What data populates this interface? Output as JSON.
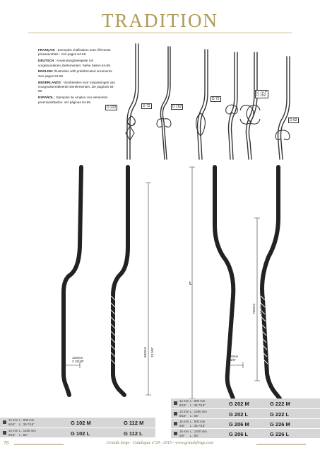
{
  "title": "TRADITION",
  "intro": [
    {
      "lang": "FRANÇAIS",
      "text": " : Exemples d'utilisation avec éléments préassemblés : Voir pages 64-69."
    },
    {
      "lang": "DEUTSCH",
      "text": " : Anwendungsbeispiele mit vorgebundenen Zierlementen: Siehe Seiten 64-69."
    },
    {
      "lang": "ENGLISH",
      "text": ": Illustration with prefabricated ornaments. See pages 64-69."
    },
    {
      "lang": "NEDERLANDS",
      "text": " : Voorbeelden voor toepassingen van voorgeassembleerde sierelementen. Zie pagina's 64-69."
    },
    {
      "lang": "ESPAÑOL",
      "text": " : Ejemplos de empleo con elementos preensamblados. Ver páginas 64-69."
    }
  ],
  "tags": {
    "t1": "D 222",
    "t2": "D 72",
    "t3": "D 162",
    "t4": "D 72",
    "t5a": "D 72 #",
    "t5b": "D 152",
    "t6": "D 62"
  },
  "measures": {
    "w100": "100mm",
    "w100_in": "3 15/16\"",
    "h600": "600mm",
    "h600_in": "23 5/8\"",
    "L": "L",
    "h750": "750mm",
    "h750_in": "29 1/2\"",
    "w130": "130mm",
    "w130_in": "5 1/8\""
  },
  "table_left": {
    "rows": [
      {
        "size": "14 mm",
        "size_in": "9/16\"",
        "len": "L : 900 mm",
        "len_in": "L : 35 7/16\"",
        "codes": [
          "G 102 M",
          "G 112 M"
        ]
      },
      {
        "size": "14 mm",
        "size_in": "9/16\"",
        "len": "L : 1400 mm",
        "len_in": "L : 55\"",
        "codes": [
          "G 102 L",
          "G 112 L"
        ]
      }
    ]
  },
  "table_right": {
    "rows": [
      {
        "size": "14 mm",
        "size_in": "9/16\"",
        "len": "L : 900 mm",
        "len_in": "L : 35 7/16\"",
        "codes": [
          "G 202 M",
          "G 222 M"
        ]
      },
      {
        "size": "14 mm",
        "size_in": "9/16\"",
        "len": "L : 1400 mm",
        "len_in": "L : 55\"",
        "codes": [
          "G 202 L",
          "G 222 L"
        ]
      },
      {
        "size": "16 mm",
        "size_in": "5/8\"",
        "len": "L : 900 mm",
        "len_in": "L : 35 7/16\"",
        "codes": [
          "G 206 M",
          "G 226 M"
        ]
      },
      {
        "size": "16 mm",
        "size_in": "5/8\"",
        "len": "L : 1400 mm",
        "len_in": "L : 55\"",
        "codes": [
          "G 206 L",
          "G 226 L"
        ]
      }
    ]
  },
  "footer": {
    "page": "78",
    "text": "Grande forge - Catalogue n°29 - 2015 - www.grandeforge.com"
  }
}
